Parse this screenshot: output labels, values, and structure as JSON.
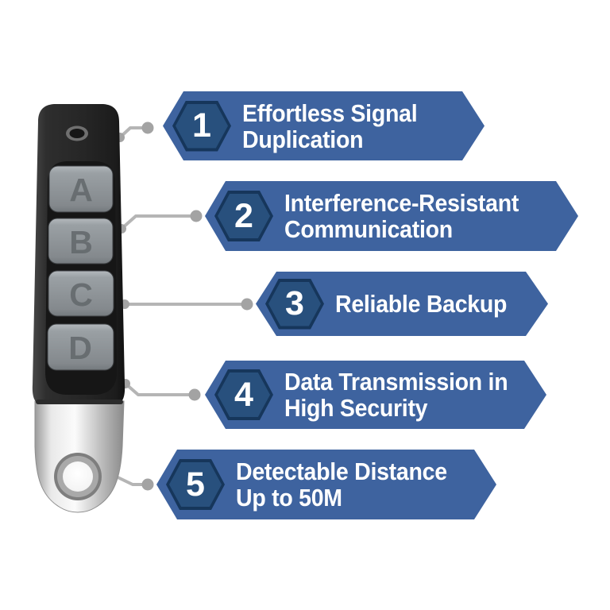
{
  "remote": {
    "description": "4-button garage/gate remote key fob with chrome keyring end",
    "buttons": [
      "A",
      "B",
      "C",
      "D"
    ]
  },
  "features": [
    {
      "number": "1",
      "lines": [
        "Effortless Signal",
        "Duplication"
      ]
    },
    {
      "number": "2",
      "lines": [
        "Interference-Resistant",
        "Communication"
      ]
    },
    {
      "number": "3",
      "lines": [
        "Reliable Backup"
      ]
    },
    {
      "number": "4",
      "lines": [
        "Data Transmission in",
        "High Security"
      ]
    },
    {
      "number": "5",
      "lines": [
        "Detectable Distance",
        "Up to 50M"
      ]
    }
  ],
  "colors": {
    "banner_blue": "#3e639f",
    "badge_outer_navy": "#16365b",
    "badge_inner_navy": "#28507d",
    "connector_gray": "#b5b5b5",
    "text_white": "#ffffff",
    "remote_body_black": "#262626",
    "button_gray": "#969ba0",
    "chrome_silver": "#cfcfcf"
  }
}
